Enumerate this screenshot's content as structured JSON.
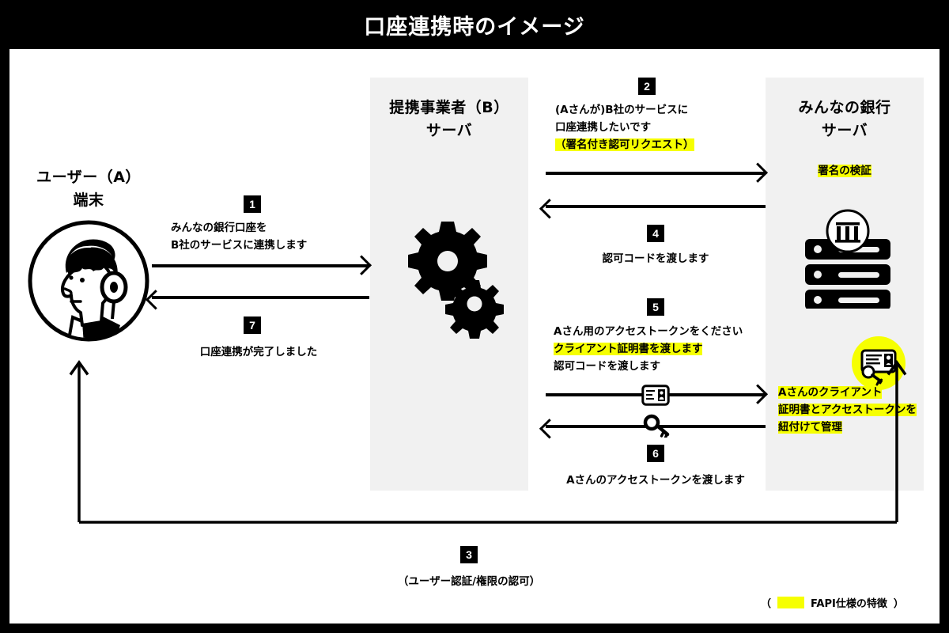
{
  "title": "口座連携時のイメージ",
  "colors": {
    "background": "#000000",
    "canvas": "#ffffff",
    "panel": "#f1f1f1",
    "highlight": "#f6ff00",
    "ink": "#000000"
  },
  "actors": {
    "user": {
      "name": "ユーザー（A）",
      "sub": "端末",
      "icon": "user-avatar-icon"
    },
    "partner": {
      "name": "提携事業者（B）",
      "sub": "サーバ",
      "icon": "gears-icon"
    },
    "bank": {
      "name": "みんなの銀行",
      "sub": "サーバ",
      "icon": "server-rack-icon",
      "badge_icon": "bank-columns-icon"
    }
  },
  "bank_notes": {
    "verify": "署名の検証",
    "verify_highlighted": true,
    "manage_lines": [
      "Aさんのクライアント",
      "証明書とアクセストークンを",
      "紐付けて管理"
    ],
    "manage_highlighted": true,
    "badge_icon": "id-card-key-icon"
  },
  "steps": [
    {
      "number": "1",
      "from": "user",
      "to": "partner",
      "direction": "right",
      "lines": [
        {
          "text": "みんなの銀行口座を",
          "highlight": false
        },
        {
          "text": "B社のサービスに連携します",
          "highlight": false
        }
      ]
    },
    {
      "number": "2",
      "from": "partner",
      "to": "bank",
      "direction": "right",
      "lines": [
        {
          "text": "(Aさんが)B社のサービスに",
          "highlight": false
        },
        {
          "text": "口座連携したいです",
          "highlight": false
        },
        {
          "text": "（署名付き認可リクエスト）",
          "highlight": true
        }
      ]
    },
    {
      "number": "3",
      "from": "user",
      "to": "bank",
      "direction": "right",
      "lines": [
        {
          "text": "（ユーザー認証/権限の認可）",
          "highlight": false
        }
      ]
    },
    {
      "number": "4",
      "from": "bank",
      "to": "partner",
      "direction": "left",
      "lines": [
        {
          "text": "認可コードを渡します",
          "highlight": false
        }
      ]
    },
    {
      "number": "5",
      "from": "partner",
      "to": "bank",
      "direction": "right",
      "icon": "id-card-icon",
      "lines": [
        {
          "text": "Aさん用のアクセストークンをください",
          "highlight": false
        },
        {
          "text": "クライアント証明書を渡します",
          "highlight": true
        },
        {
          "text": "認可コードを渡します",
          "highlight": false
        }
      ]
    },
    {
      "number": "6",
      "from": "bank",
      "to": "partner",
      "direction": "left",
      "icon": "key-icon",
      "lines": [
        {
          "text": "Aさんのアクセストークンを渡します",
          "highlight": false
        }
      ]
    },
    {
      "number": "7",
      "from": "partner",
      "to": "user",
      "direction": "left",
      "lines": [
        {
          "text": "口座連携が完了しました",
          "highlight": false
        }
      ]
    }
  ],
  "legend": {
    "open_paren": "（",
    "label": "FAPI仕様の特徴",
    "close_paren": "）",
    "swatch_color": "#f6ff00"
  }
}
